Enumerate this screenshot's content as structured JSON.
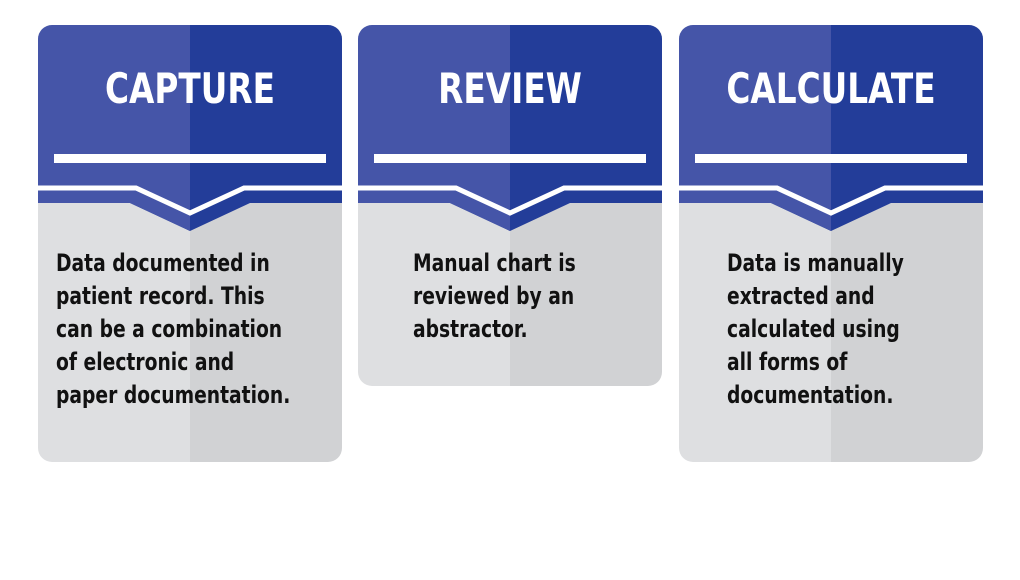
{
  "cards": [
    {
      "title": "CAPTURE",
      "body": "Data documented in\npatient record. This\ncan be a combination\nof electronic and\npaper documentation."
    },
    {
      "title": "REVIEW",
      "body": "Manual chart is\nreviewed by an\nabstractor."
    },
    {
      "title": "CALCULATE",
      "body": "Data is manually\nextracted and\ncalculated using\nall forms of\ndocumentation."
    }
  ],
  "colors": {
    "header_light": "#4555a8",
    "header_dark": "#233d99",
    "body_light": "#dedfe1",
    "body_dark": "#d1d2d4",
    "text": "#111111"
  }
}
